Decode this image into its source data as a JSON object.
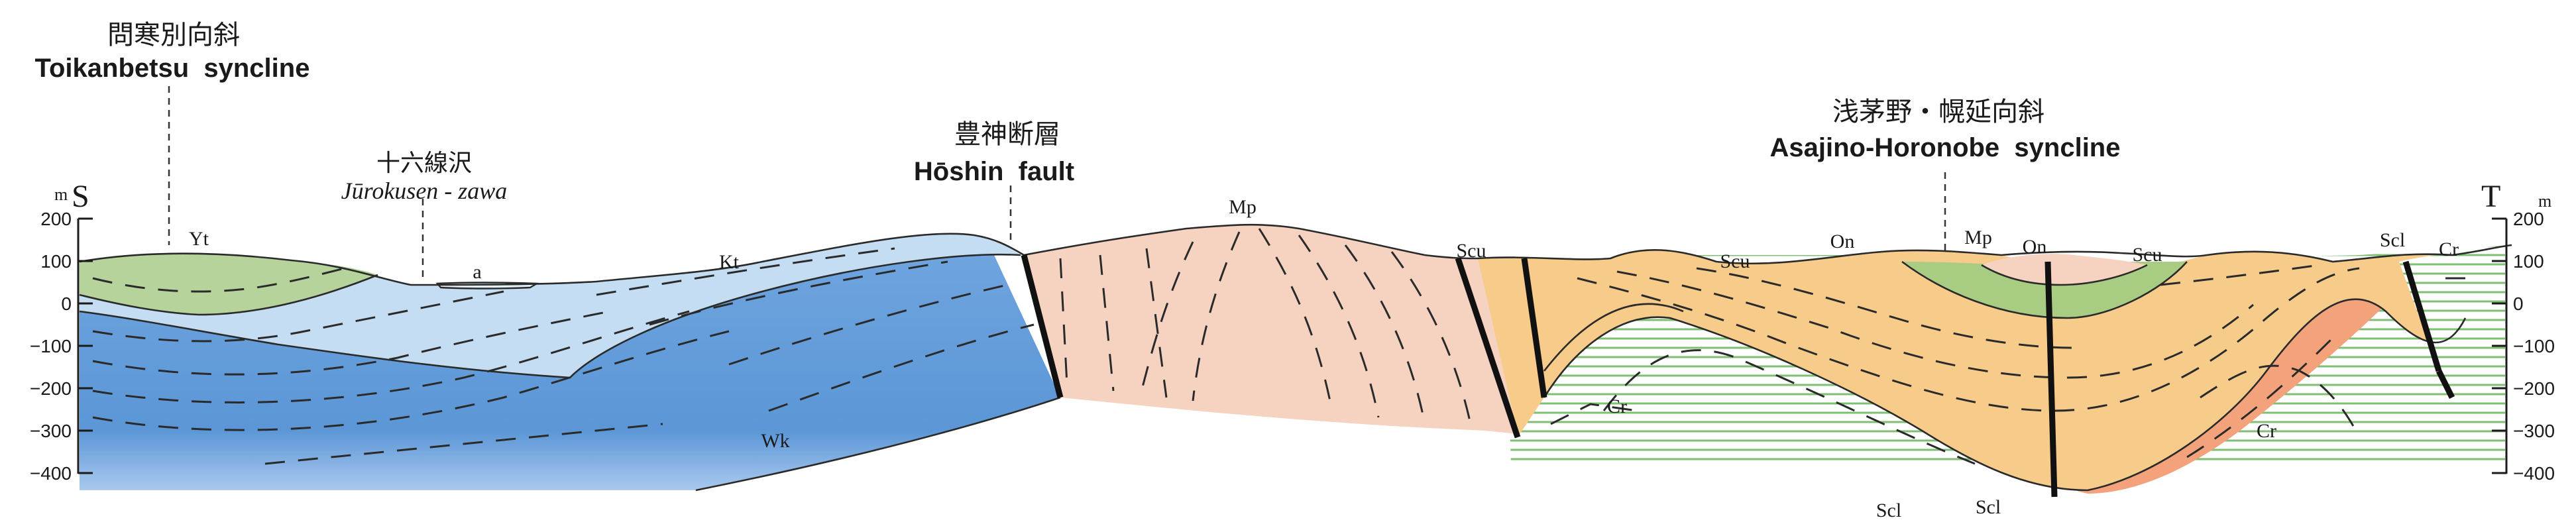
{
  "section": {
    "left_end": "S",
    "right_end": "T",
    "unit_left": "m",
    "unit_right": "m",
    "elevation_ticks": [
      "200",
      "100",
      "0",
      "−100",
      "−200",
      "−300",
      "−400"
    ]
  },
  "structures": {
    "toikanbetsu_jp": "問寒別向斜",
    "toikanbetsu_en": "Toikanbetsu  syncline",
    "jurokusen_jp": "十六線沢",
    "jurokusen_en": "Jūrokusen - zawa",
    "hoshin_jp": "豊神断層",
    "hoshin_en": "Hōshin  fault",
    "asajino_jp": "浅茅野・幌延向斜",
    "asajino_en": "Asajino-Horonobe  syncline"
  },
  "formations": {
    "yt": "Yt",
    "a": "a",
    "kt": "Kt",
    "wk": "Wk",
    "mp_left": "Mp",
    "scu_1": "Scu",
    "cr_1": "Cr",
    "scu_2": "Scu",
    "on_1": "On",
    "mp_center": "Mp",
    "on_2": "On",
    "scu_3": "Scu",
    "scl_1": "Scl",
    "scl_2": "Scl",
    "scl_3": "Scl",
    "cr_2": "Cr",
    "cr_3": "Cr"
  },
  "colors": {
    "yt": "#b5d39a",
    "kt": "#c4ddf2",
    "wk": "#5b96d6",
    "mp": "#f6d3c1",
    "scu": "#f7cb8a",
    "scl": "#f3a27b",
    "on": "#a8cc82",
    "cr_hatch": "#7fbf73",
    "alluvium": "#e4f0f8"
  }
}
